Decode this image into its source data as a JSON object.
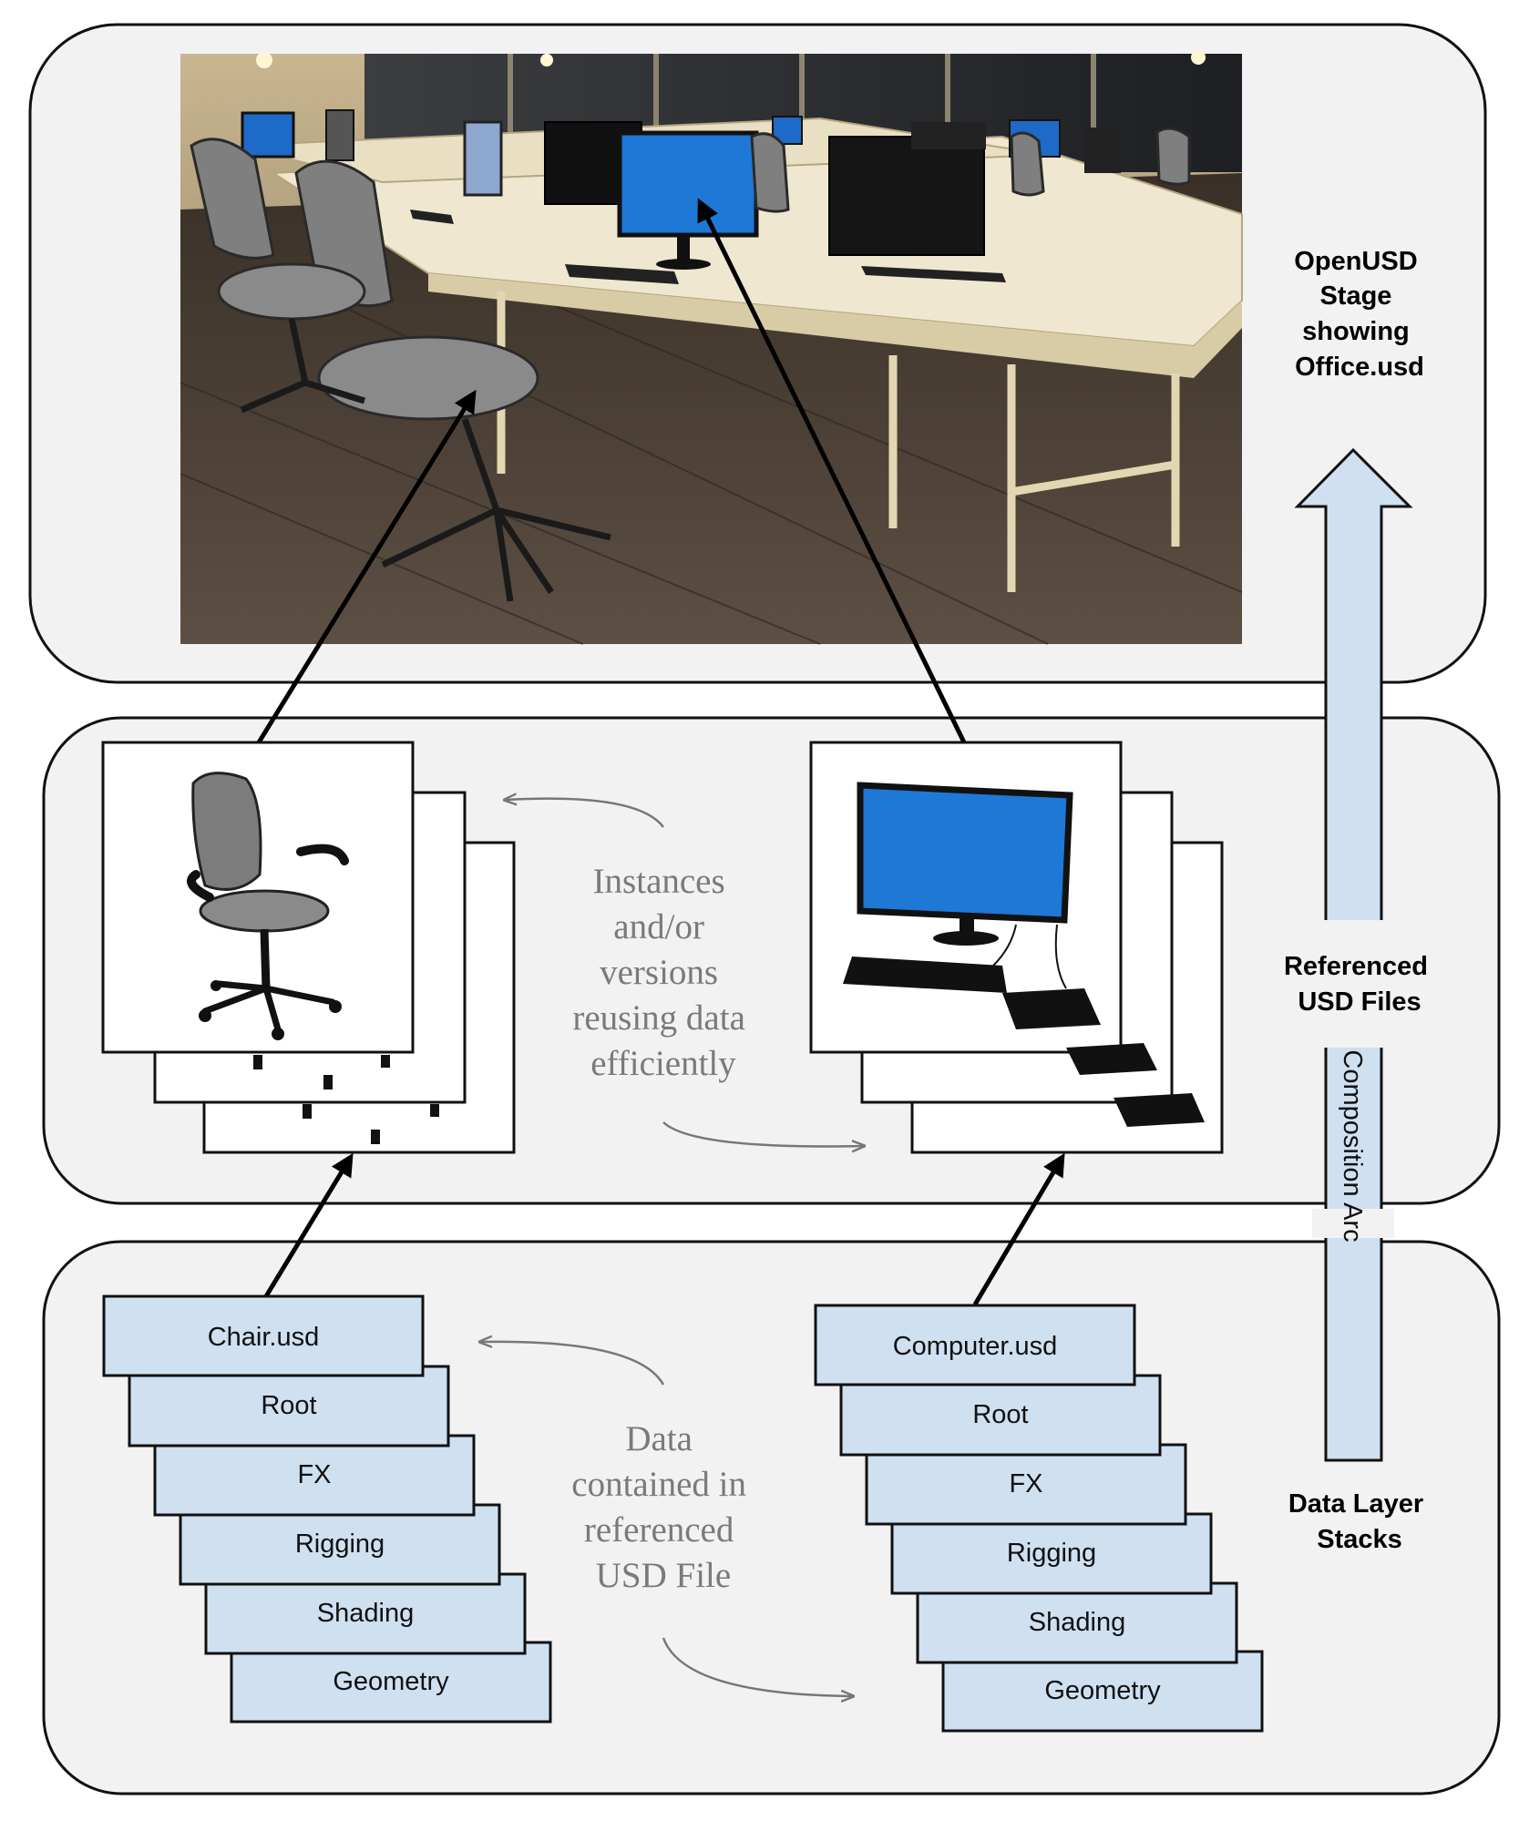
{
  "panels": {
    "stage_label": [
      "OpenUSD",
      "Stage",
      "showing",
      "Office.usd"
    ],
    "referenced_label": [
      "Referenced",
      "USD Files"
    ],
    "layers_label": [
      "Data Layer",
      "Stacks"
    ]
  },
  "arc_label": "Composition Arc",
  "instances_note": [
    "Instances",
    "and/or",
    "versions",
    "reusing data",
    "efficiently"
  ],
  "data_note": [
    "Data",
    "contained in",
    "referenced",
    "USD File"
  ],
  "chair_stack": [
    "Chair.usd",
    "Root",
    "FX",
    "Rigging",
    "Shading",
    "Geometry"
  ],
  "computer_stack": [
    "Computer.usd",
    "Root",
    "FX",
    "Rigging",
    "Shading",
    "Geometry"
  ],
  "colors": {
    "panel_fill": "#f2f2f2",
    "layer_fill": "#cfe0f1",
    "arc_fill": "#cfe0f1",
    "monitor_blue": "#1d78d6"
  }
}
